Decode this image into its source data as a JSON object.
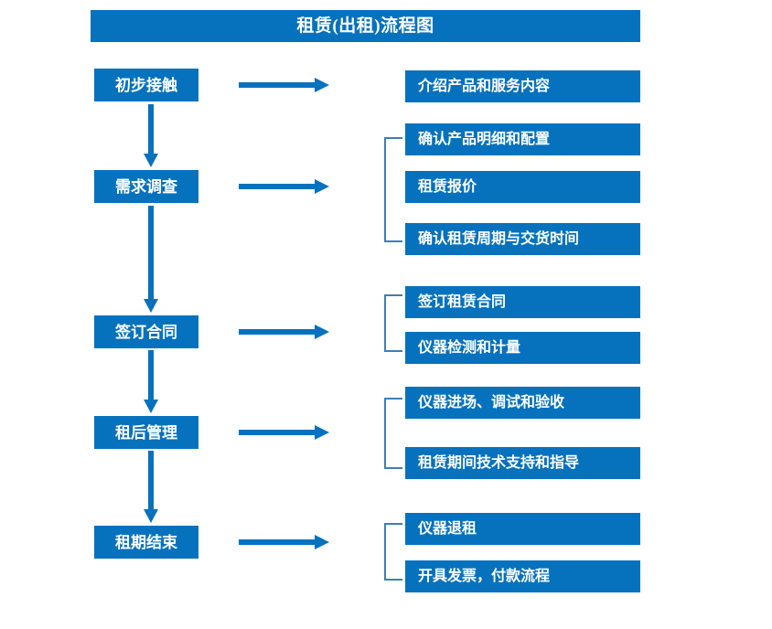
{
  "diagram": {
    "title": "租赁(出租)流程图",
    "accent_color": "#0672be",
    "background_color": "#ffffff",
    "text_color": "#ffffff",
    "bracket_color": "#3d7ebd",
    "type": "flowchart",
    "orientation": "vertical-stages-with-horizontal-detail-branches"
  },
  "stages": [
    {
      "id": "stage-1",
      "label": "初步接触",
      "arrow_icon": "arrow-right-icon",
      "has_bracket": false,
      "details": [
        {
          "id": "detail-1-1",
          "label": "介绍产品和服务内容"
        }
      ]
    },
    {
      "id": "stage-2",
      "label": "需求调查",
      "arrow_icon": "arrow-right-icon",
      "has_bracket": true,
      "details": [
        {
          "id": "detail-2-1",
          "label": "确认产品明细和配置"
        },
        {
          "id": "detail-2-2",
          "label": "租赁报价"
        },
        {
          "id": "detail-2-3",
          "label": "确认租赁周期与交货时间"
        }
      ]
    },
    {
      "id": "stage-3",
      "label": "签订合同",
      "arrow_icon": "arrow-right-icon",
      "has_bracket": true,
      "details": [
        {
          "id": "detail-3-1",
          "label": "签订租赁合同"
        },
        {
          "id": "detail-3-2",
          "label": "仪器检测和计量"
        }
      ]
    },
    {
      "id": "stage-4",
      "label": "租后管理",
      "arrow_icon": "arrow-right-icon",
      "has_bracket": true,
      "details": [
        {
          "id": "detail-4-1",
          "label": "仪器进场、调试和验收"
        },
        {
          "id": "detail-4-2",
          "label": "租赁期间技术支持和指导"
        }
      ]
    },
    {
      "id": "stage-5",
      "label": "租期结束",
      "arrow_icon": "arrow-right-icon",
      "has_bracket": true,
      "details": [
        {
          "id": "detail-5-1",
          "label": "仪器退租"
        },
        {
          "id": "detail-5-2",
          "label": "开具发票，付款流程"
        }
      ]
    }
  ],
  "connectors": {
    "vertical_arrow_icon": "arrow-down-icon",
    "horizontal_arrow_icon": "arrow-right-icon",
    "bracket_icon": "left-brace-bracket-icon",
    "count_vertical": 4,
    "count_horizontal": 5
  }
}
